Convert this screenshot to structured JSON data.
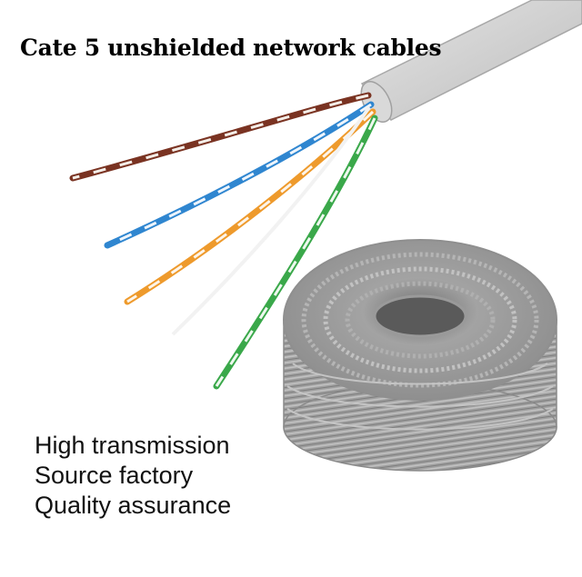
{
  "headline": "Cate 5 unshielded network cables",
  "features": [
    "High transmission",
    "Source factory",
    "Quality assurance"
  ],
  "colors": {
    "background": "#ffffff",
    "jacket": "#c8c8c8",
    "pair_brown": "#7a3322",
    "pair_blue": "#2f86d0",
    "pair_orange": "#ee9a2c",
    "pair_green": "#3aa84a",
    "coil": "#9a9a9a"
  }
}
